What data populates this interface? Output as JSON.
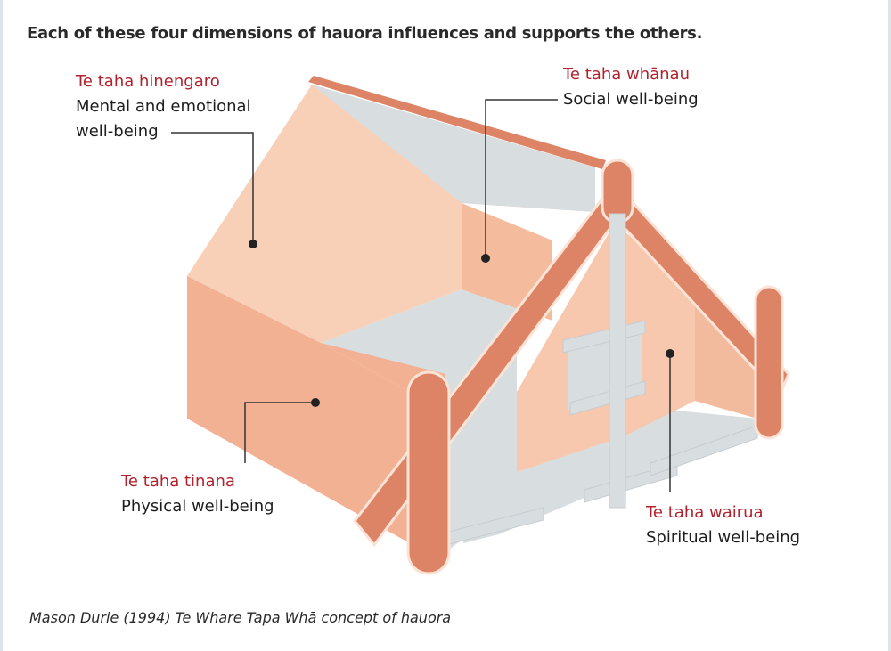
{
  "heading": "Each of these four dimensions of hauora influences and supports the others.",
  "dimensions": {
    "hinengaro": {
      "maori": "Te taha hinengaro",
      "english_line1": "Mental and emotional",
      "english_line2": "well-being"
    },
    "whanau": {
      "maori": "Te taha whānau",
      "english": "Social well-being"
    },
    "tinana": {
      "maori": "Te taha tinana",
      "english": "Physical well-being"
    },
    "wairua": {
      "maori": "Te taha wairua",
      "english": "Spiritual well-being"
    }
  },
  "caption": "Mason Durie (1994) Te Whare Tapa Whā concept of hauora",
  "colors": {
    "maori_label": "#b1222c",
    "roof": "#f7cdb4",
    "wall_side": "#f2b193",
    "wall_front": "#f6c4aa",
    "gray": "#d8dde0",
    "beam": "#dd8467",
    "beam_edge": "#fbe3d6",
    "leader": "#333333"
  }
}
